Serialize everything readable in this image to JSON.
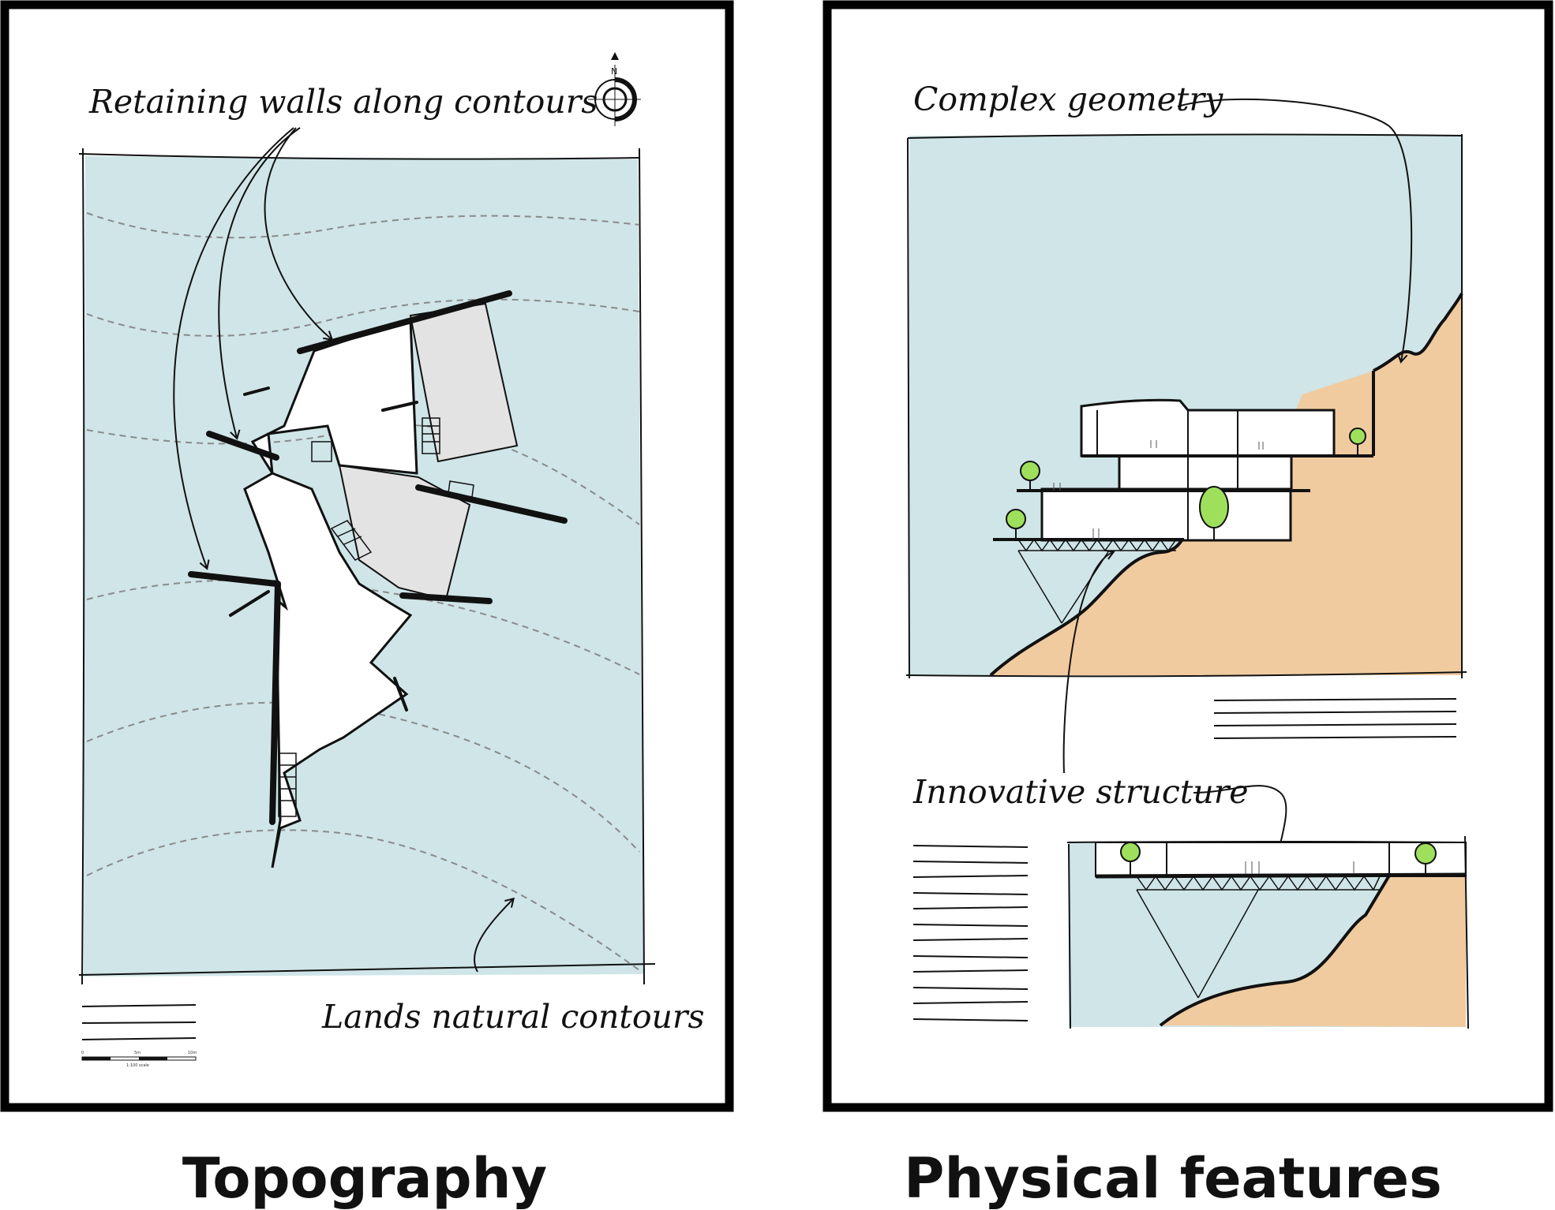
{
  "panels": {
    "left": {
      "caption": "Topography",
      "annotations": {
        "retaining_walls": "Retaining walls along contours",
        "natural_contours": "Lands natural contours"
      },
      "compass_north": "N",
      "scale_bar": {
        "ticks": [
          "0",
          "5m",
          "10m"
        ],
        "label": "1:100 scale"
      }
    },
    "right": {
      "caption": "Physical features",
      "annotations": {
        "complex_geometry": "Complex geometry",
        "innovative_structure": "Innovative structure"
      }
    }
  },
  "colors": {
    "sky_fill": "#cfe5e7",
    "ground_fill": "#f0cba0",
    "tree_fill": "#9ee05c",
    "floor_plan_shade": "#e3e3e3",
    "ink": "#111111"
  }
}
